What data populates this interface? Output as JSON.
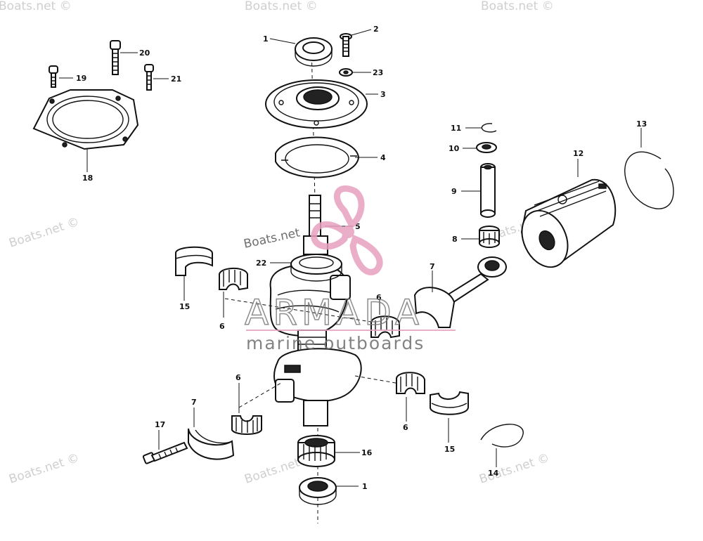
{
  "watermark": {
    "site": "Boats.net ©",
    "site_short": "Boats.net"
  },
  "logo": {
    "brand": "ARMADA",
    "tagline": "marine outboards",
    "color": "#e8a0c0"
  },
  "callouts": {
    "c1_top": "1",
    "c2": "2",
    "c3": "3",
    "c4": "4",
    "c5": "5",
    "c6_a": "6",
    "c6_b": "6",
    "c6_c": "6",
    "c6_d": "6",
    "c7_rod": "7",
    "c7_cap": "7",
    "c8": "8",
    "c9": "9",
    "c10": "10",
    "c11": "11",
    "c12": "12",
    "c13": "13",
    "c14": "14",
    "c15_a": "15",
    "c15_b": "15",
    "c16": "16",
    "c17": "17",
    "c18": "18",
    "c19": "19",
    "c20": "20",
    "c21": "21",
    "c22": "22",
    "c23": "23",
    "c1_bottom": "1"
  }
}
